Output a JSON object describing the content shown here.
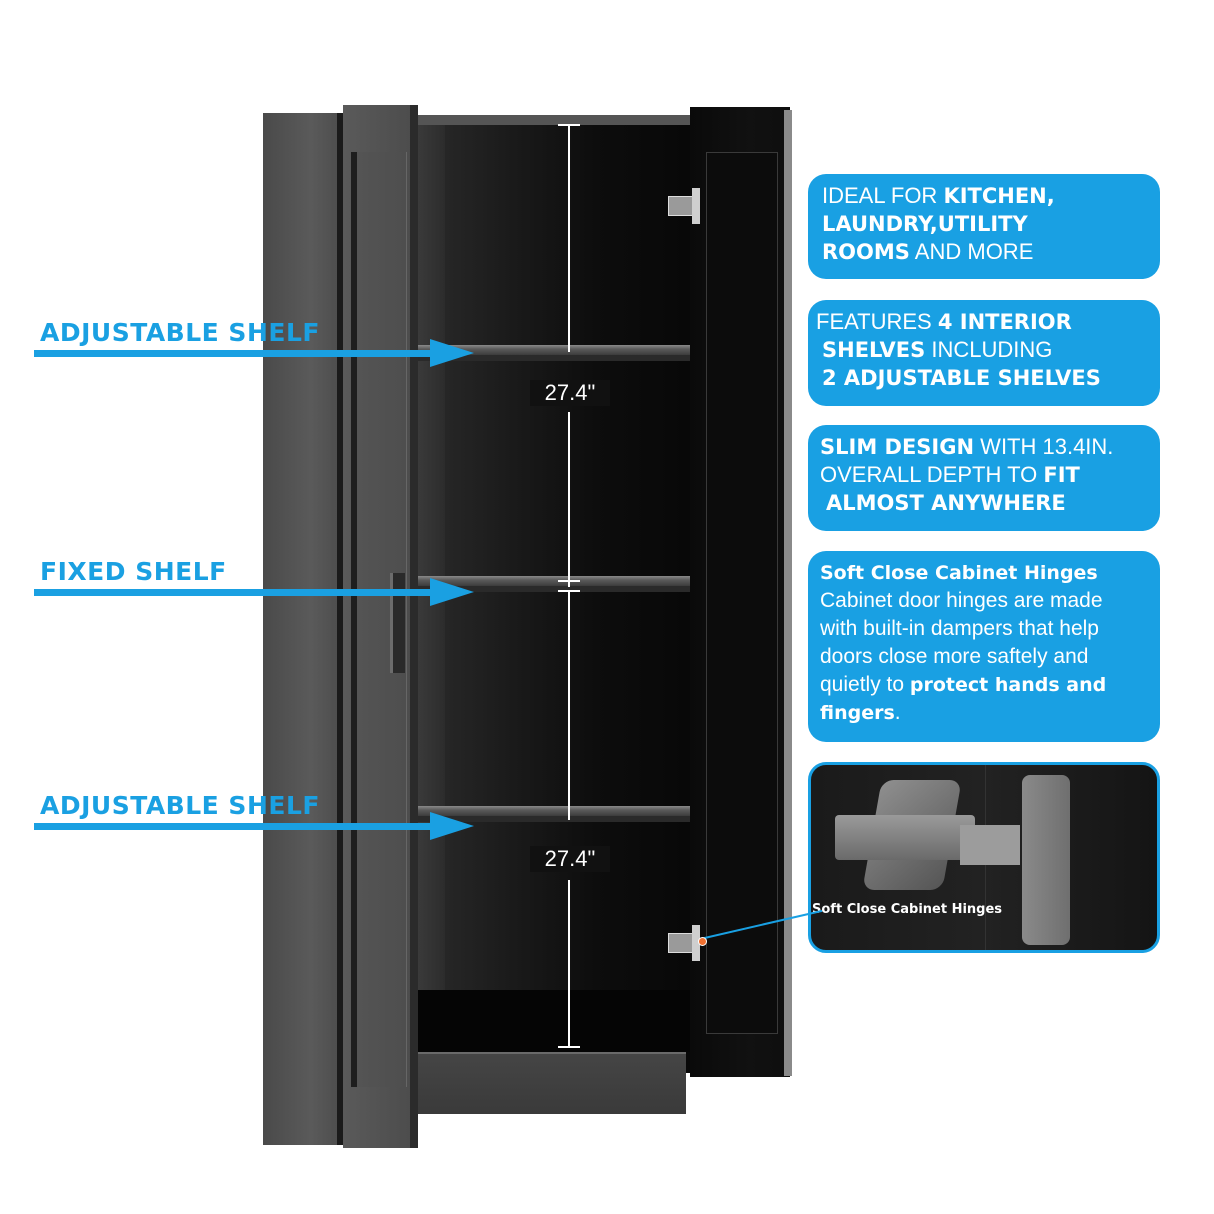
{
  "callouts": [
    {
      "label": "ADJUSTABLE SHELF"
    },
    {
      "label": "FIXED SHELF"
    },
    {
      "label": "ADJUSTABLE SHELF"
    }
  ],
  "measurements": [
    {
      "label": "27.4\""
    },
    {
      "label": "27.4\""
    }
  ],
  "info_boxes": [
    {
      "parts": [
        {
          "text": "IDEAL FOR ",
          "bold": false
        },
        {
          "text": "KITCHEN,",
          "bold": true
        },
        {
          "text": "LAUNDRY,UTILITY",
          "bold": true
        },
        {
          "text": "ROOMS",
          "bold": true
        },
        {
          "text": " AND MORE",
          "bold": false
        }
      ]
    },
    {
      "parts": [
        {
          "text": "FEATURES ",
          "bold": false
        },
        {
          "text": "4 INTERIOR",
          "bold": true
        },
        {
          "text": "SHELVES",
          "bold": true
        },
        {
          "text": " INCLUDING",
          "bold": false
        },
        {
          "text": "2 ADJUSTABLE SHELVES",
          "bold": true
        }
      ]
    },
    {
      "parts": [
        {
          "text": "SLIM DESIGN",
          "bold": true
        },
        {
          "text": " WITH 13.4IN.",
          "bold": false
        },
        {
          "text": "OVERALL DEPTH TO ",
          "bold": false
        },
        {
          "text": "FIT",
          "bold": true
        },
        {
          "text": "ALMOST ANYWHERE",
          "bold": true
        }
      ]
    },
    {
      "title": "Soft Close Cabinet Hinges",
      "body_1": "Cabinet door hinges are made",
      "body_2": "with built-in dampers that help",
      "body_3": "doors close more saftely and",
      "body_4": "quietly to ",
      "body_bold_1": "protect hands and",
      "body_bold_2": "fingers",
      "body_end": "."
    }
  ],
  "photo": {
    "caption": "Soft Close Cabinet Hinges"
  },
  "colors": {
    "accent": "#19a0e3",
    "cabinet": "#4e4e4e",
    "interior": "#0d0d0d",
    "pointer_dot": "#f07030"
  }
}
